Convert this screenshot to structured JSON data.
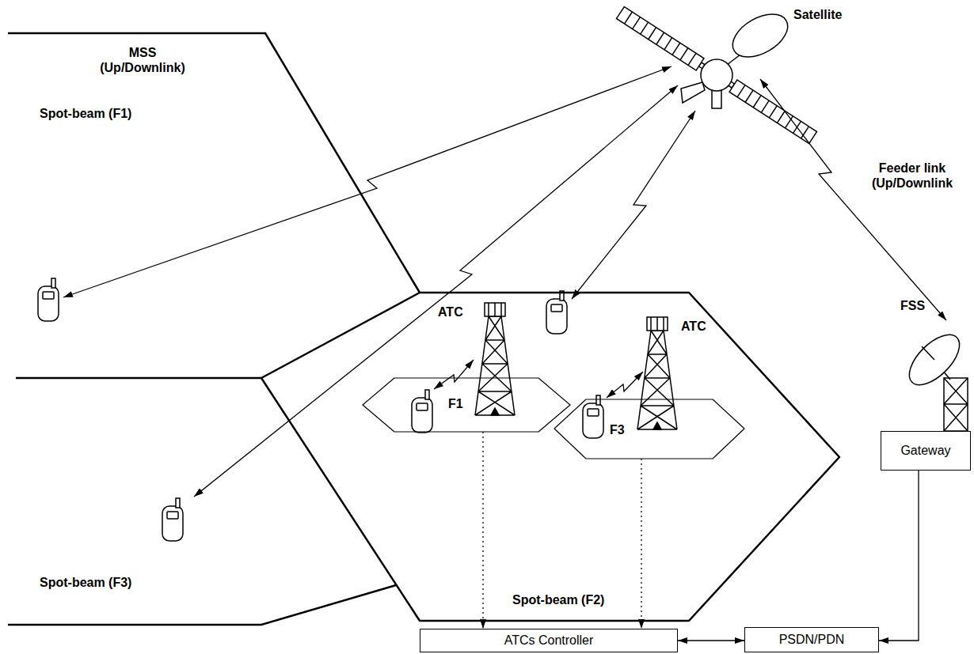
{
  "diagram": {
    "nodes": [
      {
        "text": [
          "Spot-beam (F2)"
        ]
      },
      {
        "text": [
          "F1"
        ],
        "in": 0
      },
      {
        "text": [
          "F3"
        ],
        "in": 0
      },
      {
        "text": [
          "Gateway"
        ]
      },
      {
        "text": [
          "ATCs Controller"
        ]
      },
      {
        "text": [
          "PSDN/PDN"
        ]
      }
    ],
    "edges": [
      {
        "from": 3,
        "to": 5,
        "arrow": "to"
      },
      {
        "from": 4,
        "to": 5,
        "arrow": "both"
      },
      {
        "from": 1,
        "to": 4,
        "arrow": "to"
      },
      {
        "from": 2,
        "to": 4,
        "arrow": "to"
      }
    ],
    "labels": [
      "Satellite",
      "MSS (Up/Downlink)",
      "Feeder link (Up/Downlink",
      "Spot-beam (F1)",
      "ATC",
      "ATC",
      "FSS",
      "Spot-beam (F3)"
    ]
  }
}
